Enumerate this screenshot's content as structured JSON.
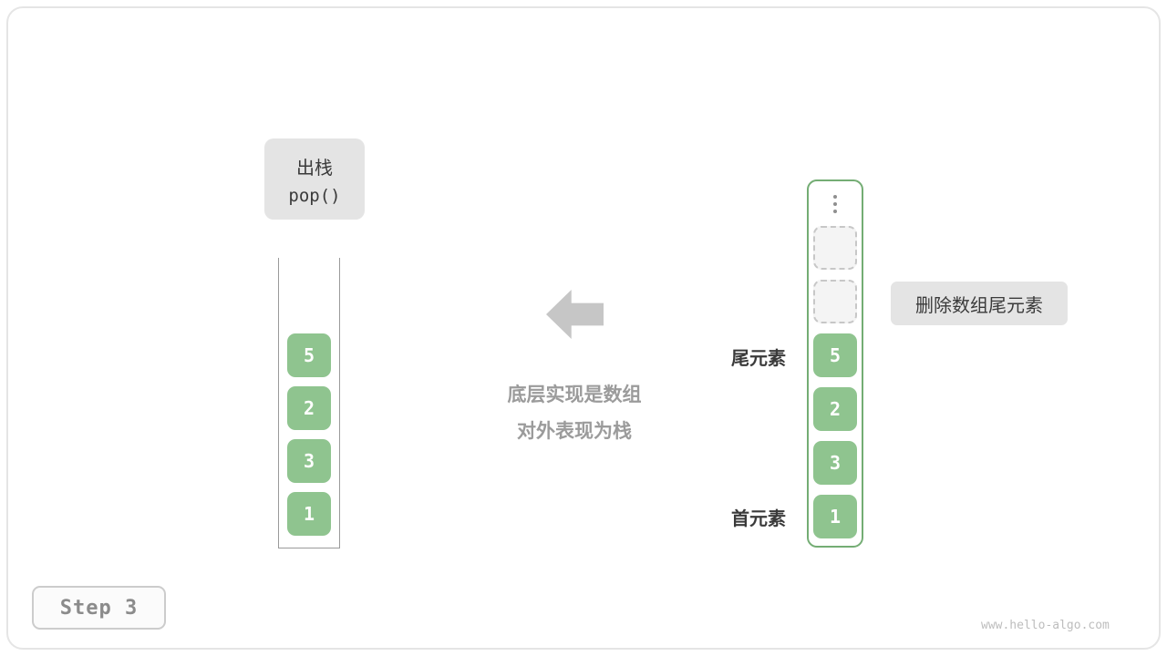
{
  "operation": {
    "line1": "出栈",
    "line2": "pop()"
  },
  "stack": {
    "values": [
      "5",
      "2",
      "3",
      "1"
    ]
  },
  "array": {
    "empty_slots": 2,
    "values": [
      "5",
      "2",
      "3",
      "1"
    ]
  },
  "labels": {
    "tail": "尾元素",
    "head": "首元素",
    "action": "删除数组尾元素",
    "caption_line1": "底层实现是数组",
    "caption_line2": "对外表现为栈"
  },
  "step": {
    "label": "Step 3"
  },
  "footer": {
    "watermark": "www.hello-algo.com"
  },
  "colors": {
    "green": "#8fc48f",
    "green_border": "#74ad74",
    "gray_box": "#e4e4e4",
    "arrow_gray": "#c6c6c6",
    "card_border": "#e5e5e5"
  }
}
